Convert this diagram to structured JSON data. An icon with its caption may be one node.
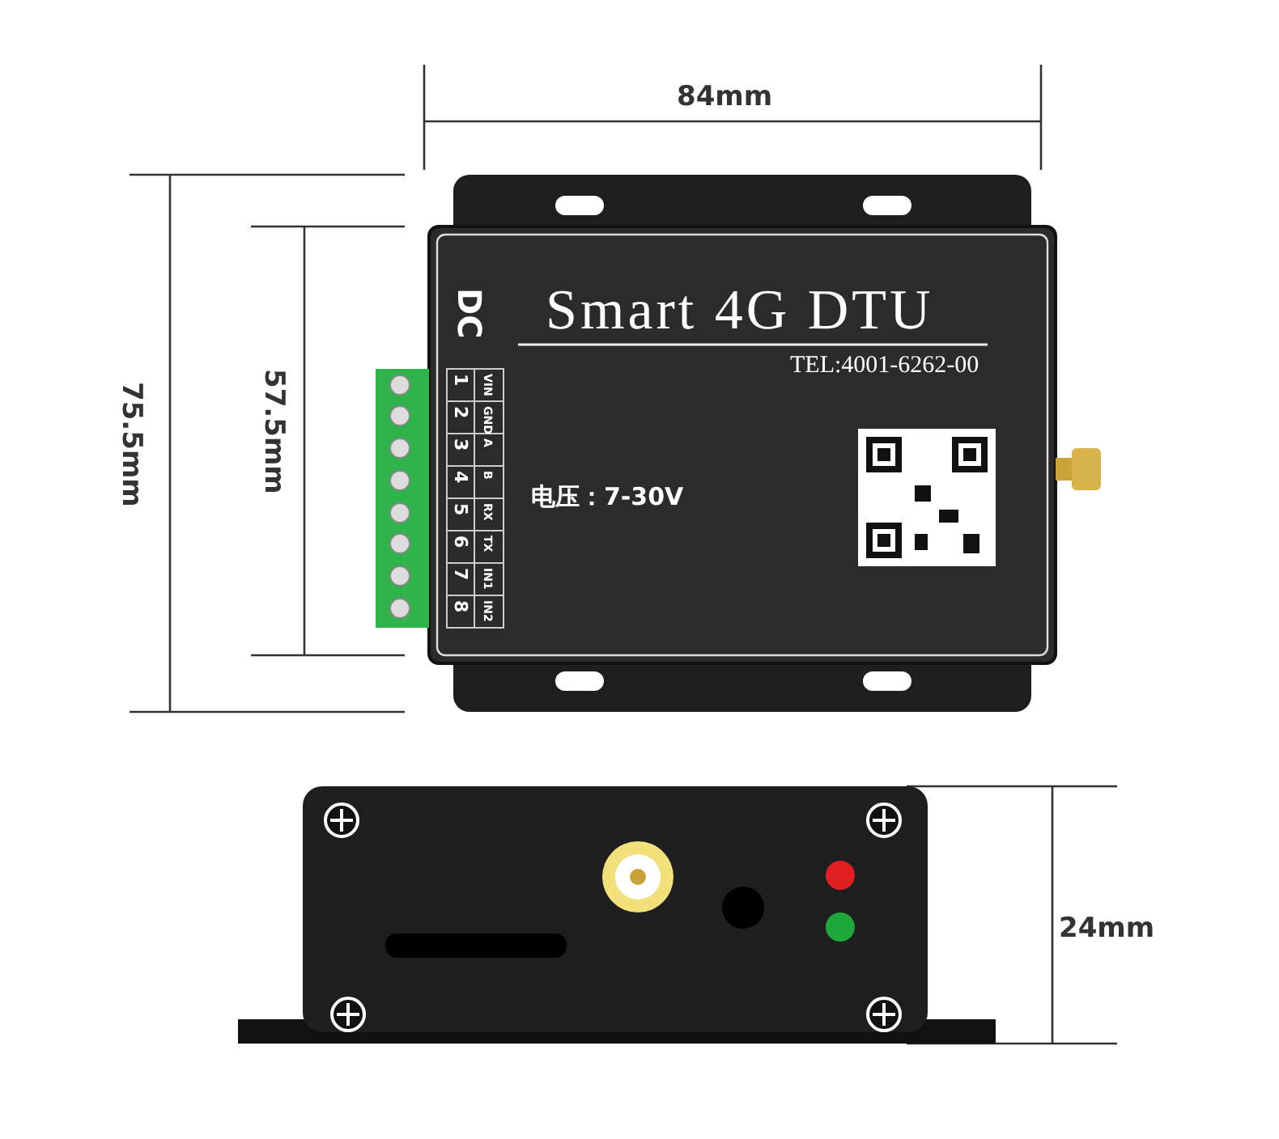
{
  "diagram": {
    "labels": [
      "84mm",
      "75.5mm",
      "57.5mm",
      "DC",
      "Smart 4G DTU",
      "TEL:4001-6262-00",
      "电压：7-30V",
      "1",
      "VIN",
      "2",
      "GND",
      "3",
      "A",
      "4",
      "B",
      "5",
      "RX",
      "6",
      "TX",
      "7",
      "IN1",
      "8",
      "IN2",
      "24mm"
    ]
  }
}
